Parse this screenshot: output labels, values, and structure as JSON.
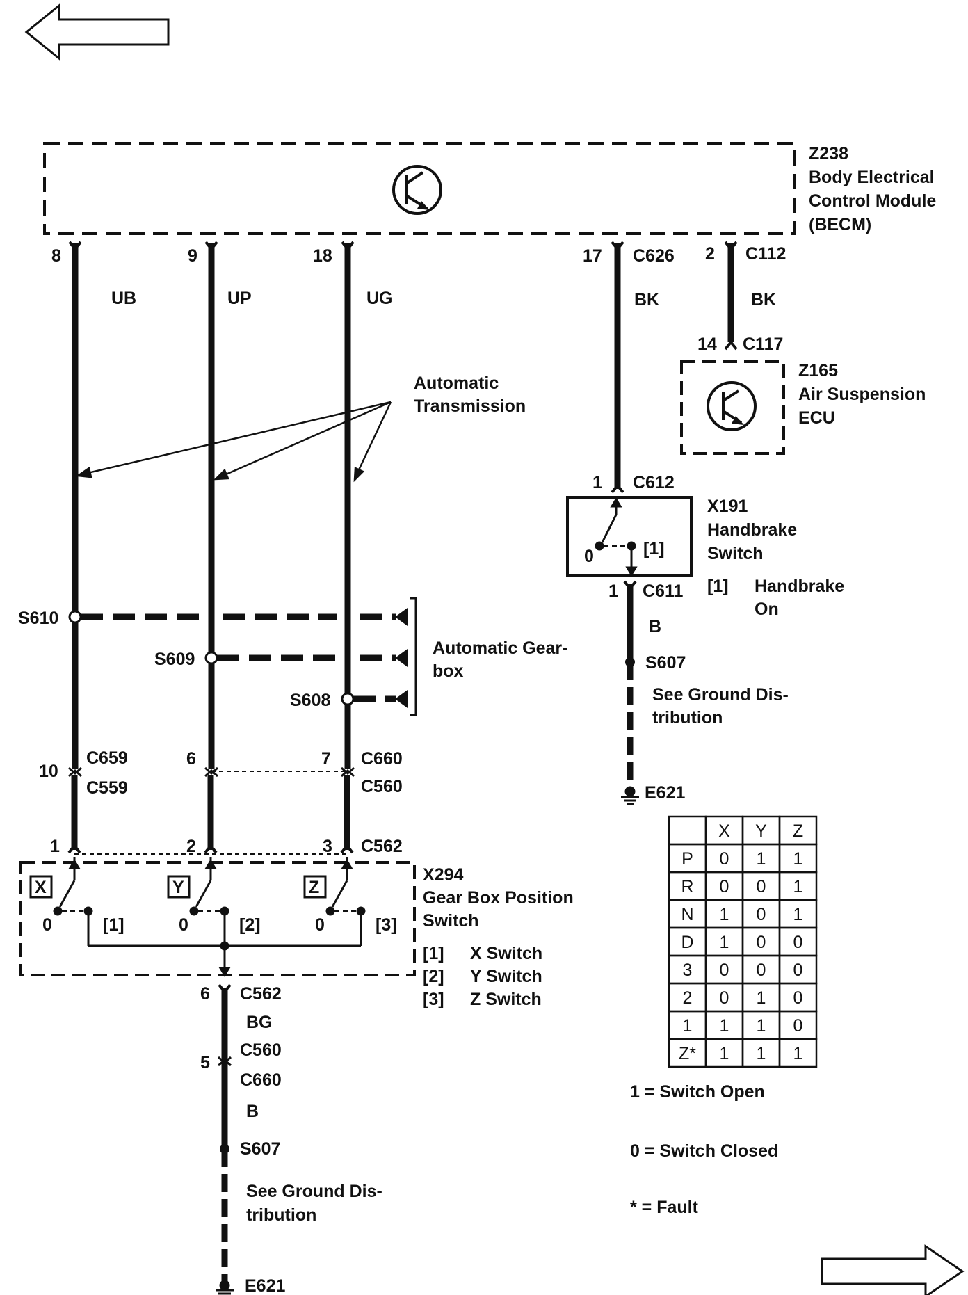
{
  "arrows": {
    "prev": "back-arrow",
    "next": "forward-arrow"
  },
  "becm": {
    "id": "Z238",
    "line1": "Body Electrical",
    "line2": "Control Module",
    "line3": "(BECM)"
  },
  "pins": {
    "p8": "8",
    "p9": "9",
    "p18": "18",
    "p17": "17",
    "c626": "C626",
    "p2": "2",
    "c112": "C112",
    "p14": "14",
    "c117": "C117",
    "p1a": "1",
    "c612": "C612",
    "p1b": "1",
    "c611": "C611",
    "p10": "10",
    "c659": "C659",
    "c559": "C559",
    "p6": "6",
    "p7": "7",
    "c660": "C660",
    "c560": "C560",
    "s1": "1",
    "s2": "2",
    "s3": "3",
    "c562": "C562",
    "p6b": "6",
    "c562b": "C562",
    "p5": "5",
    "c560b": "C560",
    "c660b": "C660"
  },
  "wires": {
    "ub": "UB",
    "up": "UP",
    "ug": "UG",
    "bk1": "BK",
    "bk2": "BK",
    "b1": "B",
    "bg": "BG",
    "b2": "B"
  },
  "ecu": {
    "id": "Z165",
    "line1": "Air Suspension",
    "line2": "ECU"
  },
  "auto_trans": {
    "line1": "Automatic",
    "line2": "Transmission"
  },
  "handbrake": {
    "id": "X191",
    "line1": "Handbrake",
    "line2": "Switch",
    "pos0": "0",
    "pos1": "[1]",
    "note_key": "[1]",
    "note_line1": "Handbrake",
    "note_line2": "On"
  },
  "splices": {
    "s610": "S610",
    "s609": "S609",
    "s608": "S608",
    "s607a": "S607",
    "s607b": "S607"
  },
  "gearbox_note": {
    "line1": "Automatic Gear-",
    "line2": "box"
  },
  "ground_note": {
    "line1": "See Ground Dis-",
    "line2": "tribution"
  },
  "ground_note2": {
    "line1": "See Ground Dis-",
    "line2": "tribution"
  },
  "grounds": {
    "e621a": "E621",
    "e621b": "E621"
  },
  "gbps": {
    "id": "X294",
    "line1": "Gear Box Position",
    "line2": "Switch",
    "x": "X",
    "y": "Y",
    "z": "Z",
    "zx": "0",
    "zy": "0",
    "zz": "0",
    "n1": "[1]",
    "n2": "[2]",
    "n3": "[3]",
    "legend": [
      {
        "key": "[1]",
        "text": "X Switch"
      },
      {
        "key": "[2]",
        "text": "Y Switch"
      },
      {
        "key": "[3]",
        "text": "Z Switch"
      }
    ]
  },
  "truth_table": {
    "headers": [
      "",
      "X",
      "Y",
      "Z"
    ],
    "rows": [
      [
        "P",
        "0",
        "1",
        "1"
      ],
      [
        "R",
        "0",
        "0",
        "1"
      ],
      [
        "N",
        "1",
        "0",
        "1"
      ],
      [
        "D",
        "1",
        "0",
        "0"
      ],
      [
        "3",
        "0",
        "0",
        "0"
      ],
      [
        "2",
        "0",
        "1",
        "0"
      ],
      [
        "1",
        "1",
        "1",
        "0"
      ],
      [
        "Z*",
        "1",
        "1",
        "1"
      ]
    ]
  },
  "legend": {
    "open": "1 =  Switch Open",
    "closed": "0 =  Switch Closed",
    "fault": "* =  Fault"
  }
}
